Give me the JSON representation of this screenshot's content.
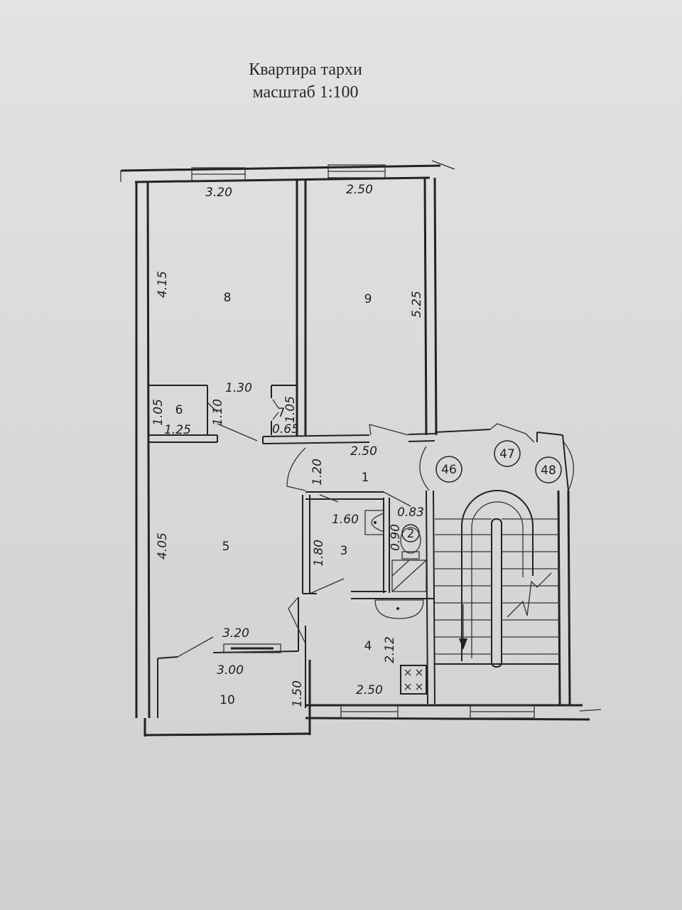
{
  "title": {
    "line1": "Квартира тархи",
    "line2": "масштаб 1:100"
  },
  "rooms": {
    "r1": "1",
    "r2": "2",
    "r3": "3",
    "r4": "4",
    "r5": "5",
    "r6": "6",
    "r7": "7",
    "r8": "8",
    "r9": "9",
    "r10": "10",
    "r46": "46",
    "r47": "47",
    "r48": "48"
  },
  "dims": {
    "d8_width": "3.20",
    "d9_width": "2.50",
    "d8_height": "4.15",
    "d9_height": "5.25",
    "d_corridor": "1.30",
    "d6_h": "1.05",
    "d6_w": "1.25",
    "d6_door": "1.10",
    "d7_h": "1.05",
    "d7_w": "0.65",
    "d1_w": "2.50",
    "d1_h": "1.20",
    "d3_w": "1.60",
    "d3_h": "1.80",
    "d2_w": "0.83",
    "d2_h": "0.90",
    "d5_h": "4.05",
    "d5_w": "3.20",
    "d10_w": "3.00",
    "d10_h": "1.50",
    "d4_h": "2.12",
    "d4_w": "2.50"
  },
  "colors": {
    "paper": "#d9dadc",
    "ink": "#222222"
  }
}
